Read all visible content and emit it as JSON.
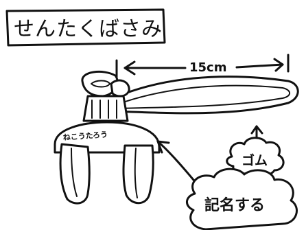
{
  "title": "せんたくばさみ",
  "dimension": "15cm",
  "rubber_label": "ゴム",
  "name_on_clip": "ねこうたろう",
  "bubble_label": "記名する"
}
